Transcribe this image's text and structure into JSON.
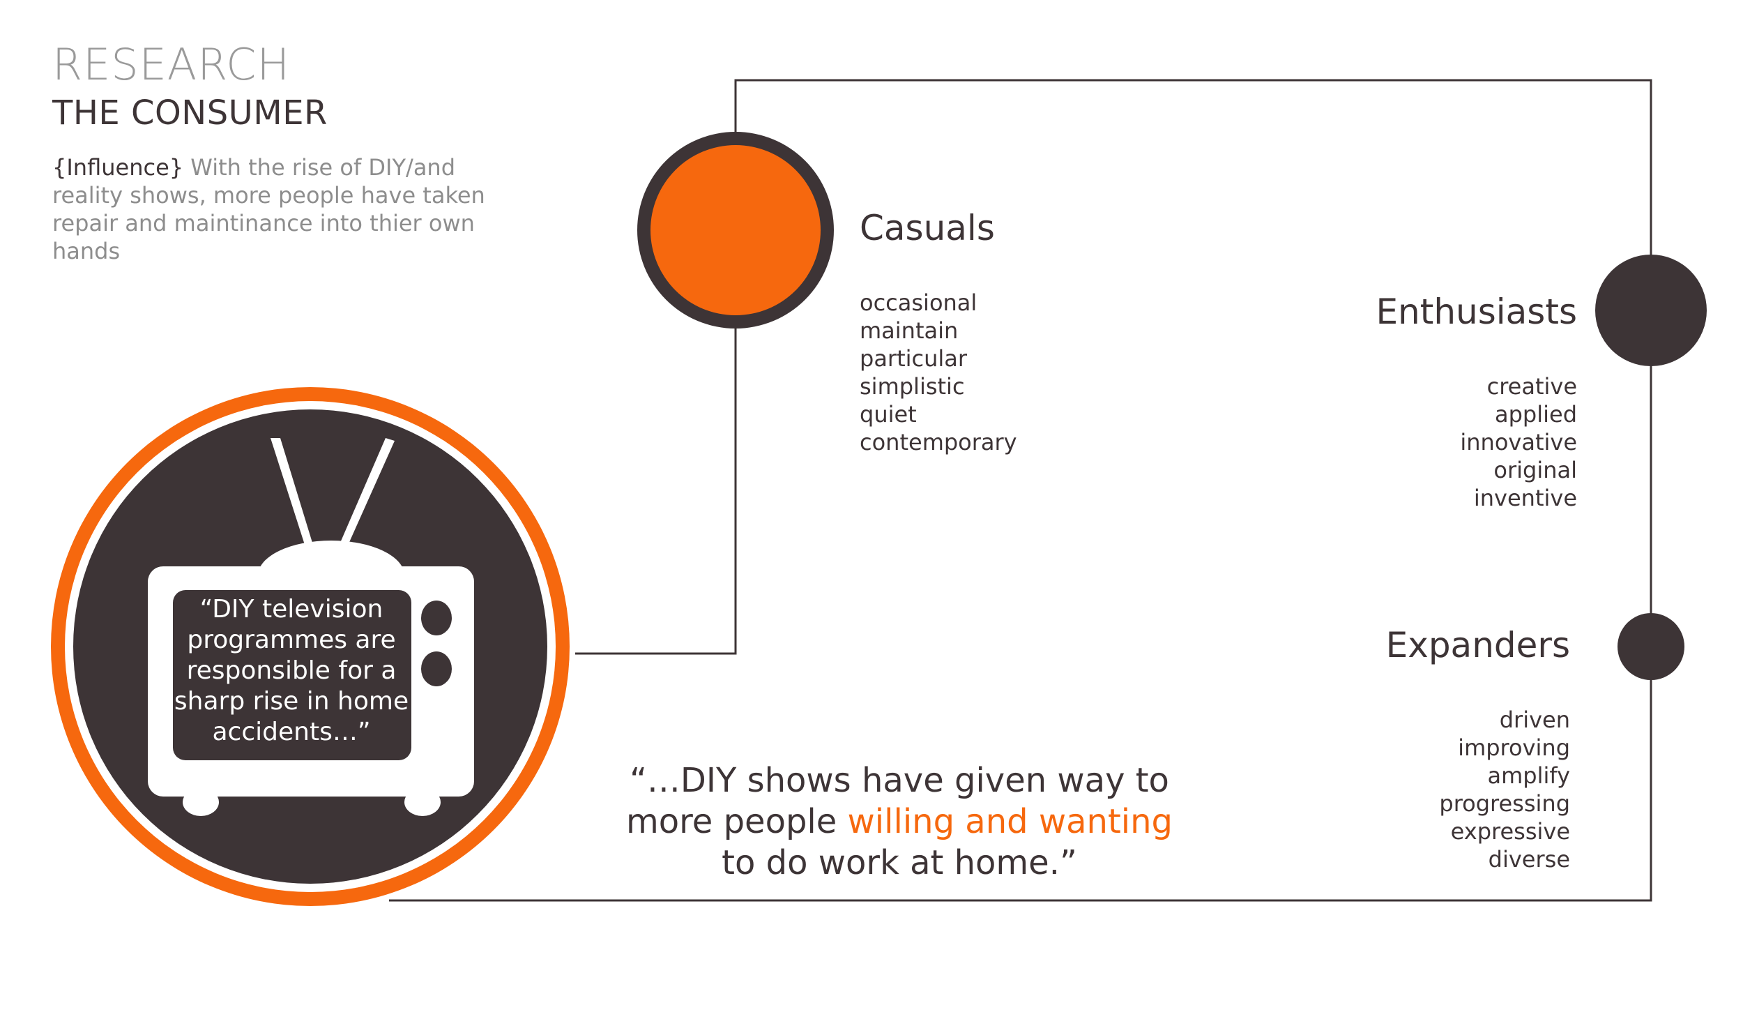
{
  "header": {
    "section": "RESEARCH",
    "title": "THE CONSUMER",
    "influence_tag": "{Influence}",
    "influence_text": " With the rise of DIY/and reality shows, more people have taken repair and maintinance into thier own hands"
  },
  "tv_quote": "“DIY television programmes are responsible for a sharp rise in home accidents…”",
  "segments": {
    "casuals": {
      "title": "Casuals",
      "traits": [
        "occasional",
        "maintain",
        "particular",
        "simplistic",
        "quiet",
        "contemporary"
      ]
    },
    "enthusiasts": {
      "title": "Enthusiasts",
      "traits": [
        "creative",
        "applied",
        "innovative",
        "original",
        "inventive"
      ]
    },
    "expanders": {
      "title": "Expanders",
      "traits": [
        "driven",
        "improving",
        "amplify",
        "progressing",
        "expressive",
        "diverse"
      ]
    }
  },
  "quote": {
    "line1": "“…DIY shows have given way to",
    "line2_pre": "more people ",
    "line2_highlight": "willing and wanting",
    "line3": "to do work at home.”"
  },
  "colors": {
    "accent": "#f6680e",
    "dark": "#3d3436",
    "muted": "#8d8d8d",
    "line": "#3d3436"
  },
  "icons": [
    "tv-icon"
  ]
}
